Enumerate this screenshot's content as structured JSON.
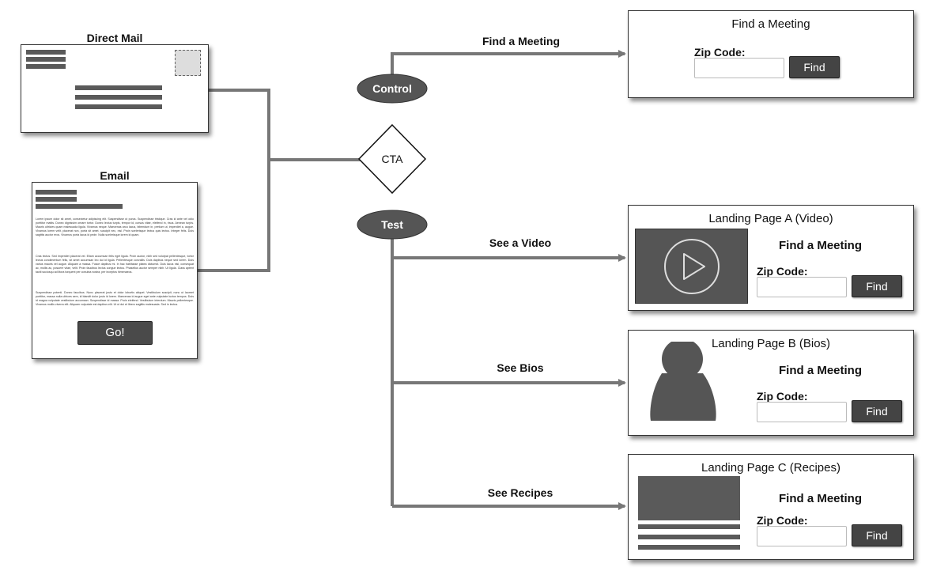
{
  "direct_mail": {
    "title": "Direct Mail"
  },
  "email": {
    "title": "Email",
    "paragraphs": [
      "Lorem ipsum dolor sit amet, consectetur adipiscing elit. Suspendisse ut purus. Suspendisse tristique. Cras id ante vel odio porttitor mattis. Donec dignissim ornare tortor. Donec lectus turpis, tempor id, cursus vitae, eleifend in, risus. Aenean turpis. Mauris ultricies quam malesuada ligula. Vivamus neque. Maecenas arcu lacus, bibendum in, pretium ut, imperdiet a, augue. Vivamus lorem velit, placerat non, porta sit amet, suscipit nec, nisl. Proin scelerisque lectus quis lectus. Integer felis. Duis sagittis auctor eros. Vivamus porta lacus id pede. Nulla scelerisque lorem id quam.",
      "Cras lectus. Sed imperdiet placerat vel. Etiam accumsan felis eget ligula. Proin auctor, nibh sed volutpat pellentesque, tortor lectus condimentum felis, sit amet accumsan leo dui id ligula. Pellentesque convallis. Duis dapibus neque sed lorem. Duis varius mauris vel augue. Aliquam a massa. Fusce dapibus mi. In hac habitasse platea dictumst. Duis lacus nisl, consequat ac, mollis ac, posuere vitae, velit. Proin faucibus lectus congue lectus. Phasellus auctor semper nibh. Ut ligula. Class aptent taciti sociosqu ad litora torquent per conubia nostra, per inceptos himenaeos.",
      "Suspendisse potenti. Donec faucibus. Nunc placerat justo et dolor lobortis aliquet. Vestibulum suscipit, nunc ut laoreet porttitor, massa nulla ultrices sem, id blandit dolor justo id lorem. Maecenas id augue eget ante vulputate luctus tempus. Duis id magna vulputate vestibulum accumsan. Suspendisse id massa. Proin eleifend. Vestibulum interdum. Mauris pellentesque. Vivamus mollis viverra elit. Aliquam vulputate est dapibus elit. Ut ut dui et libero sagittis malesuada. Sed in lectus."
    ],
    "button": "Go!"
  },
  "nodes": {
    "cta": "CTA",
    "control": "Control",
    "test": "Test"
  },
  "edges": {
    "control": "Find a Meeting",
    "video": "See a Video",
    "bios": "See Bios",
    "recipes": "See Recipes"
  },
  "panels": {
    "control": {
      "title": "Find a Meeting",
      "zip_label": "Zip Code:",
      "zip_value": "",
      "button": "Find"
    },
    "video": {
      "title": "Landing Page A (Video)",
      "subtitle": "Find a Meeting",
      "zip_label": "Zip Code:",
      "zip_value": "",
      "button": "Find"
    },
    "bios": {
      "title": "Landing Page B (Bios)",
      "subtitle": "Find a Meeting",
      "zip_label": "Zip Code:",
      "zip_value": "",
      "button": "Find"
    },
    "recipes": {
      "title": "Landing Page C (Recipes)",
      "subtitle": "Find a Meeting",
      "zip_label": "Zip Code:",
      "zip_value": "",
      "button": "Find"
    }
  },
  "colors": {
    "connector": "#777777",
    "bar": "#5a5a5a",
    "button": "#444444",
    "node_fill": "#555555"
  }
}
